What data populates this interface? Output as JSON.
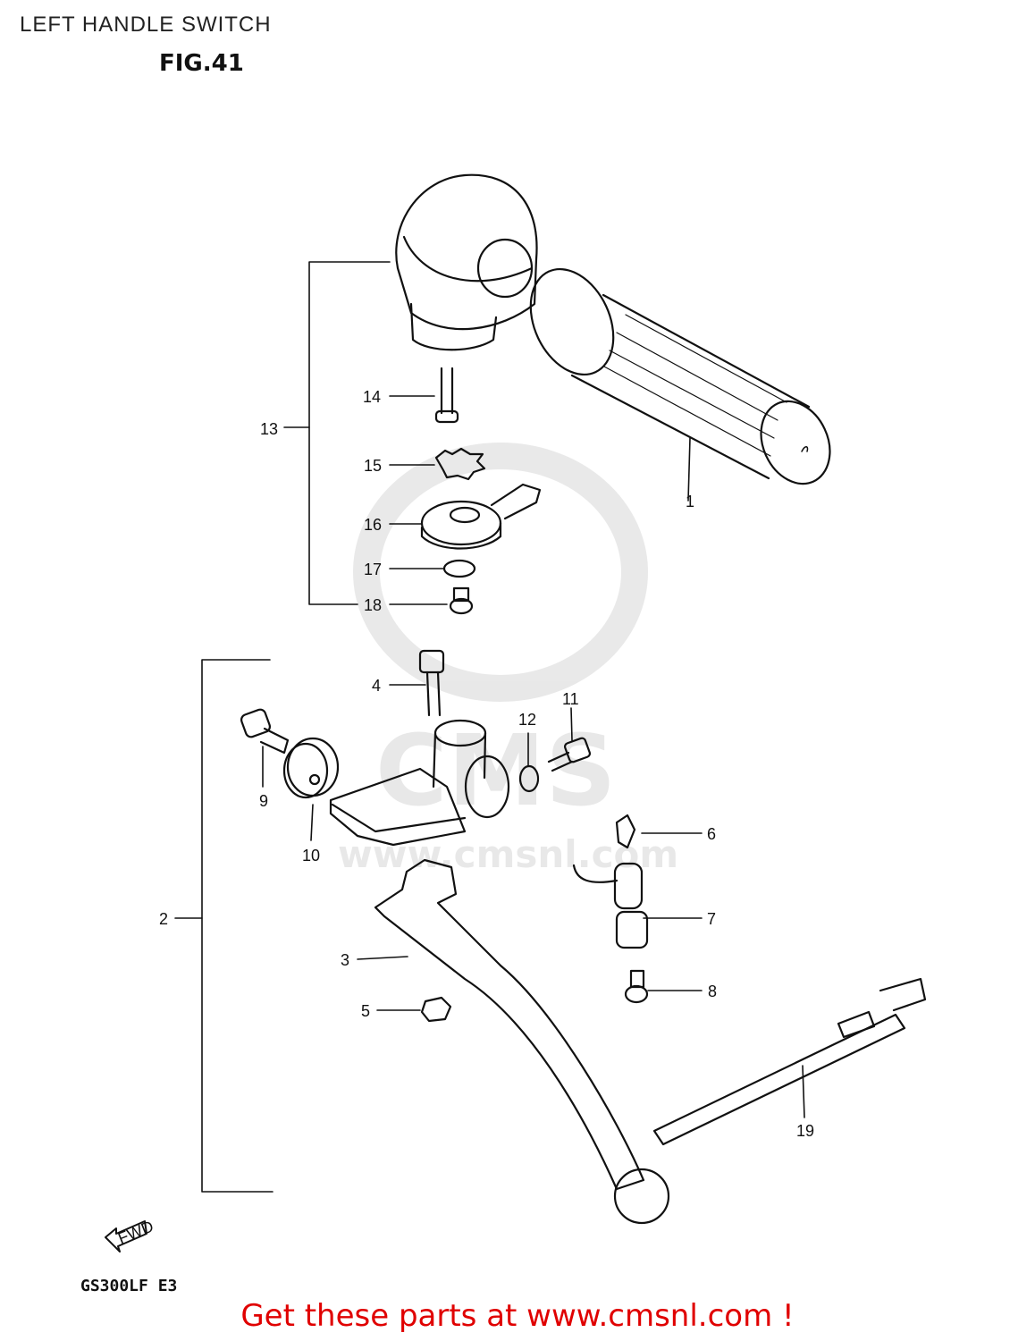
{
  "header": {
    "title": "LEFT HANDLE SWITCH",
    "figure": "FIG.41"
  },
  "diagram": {
    "model_code": "GS300LF E3",
    "direction_marker": "FWD",
    "callouts": [
      "1",
      "2",
      "3",
      "4",
      "5",
      "6",
      "7",
      "8",
      "9",
      "10",
      "11",
      "12",
      "13",
      "14",
      "15",
      "16",
      "17",
      "18",
      "19"
    ]
  },
  "watermark": {
    "text": "CMS",
    "url": "www.cmsnl.com"
  },
  "footer": {
    "text": "Get these parts at www.cmsnl.com !",
    "color": "#e00000"
  }
}
